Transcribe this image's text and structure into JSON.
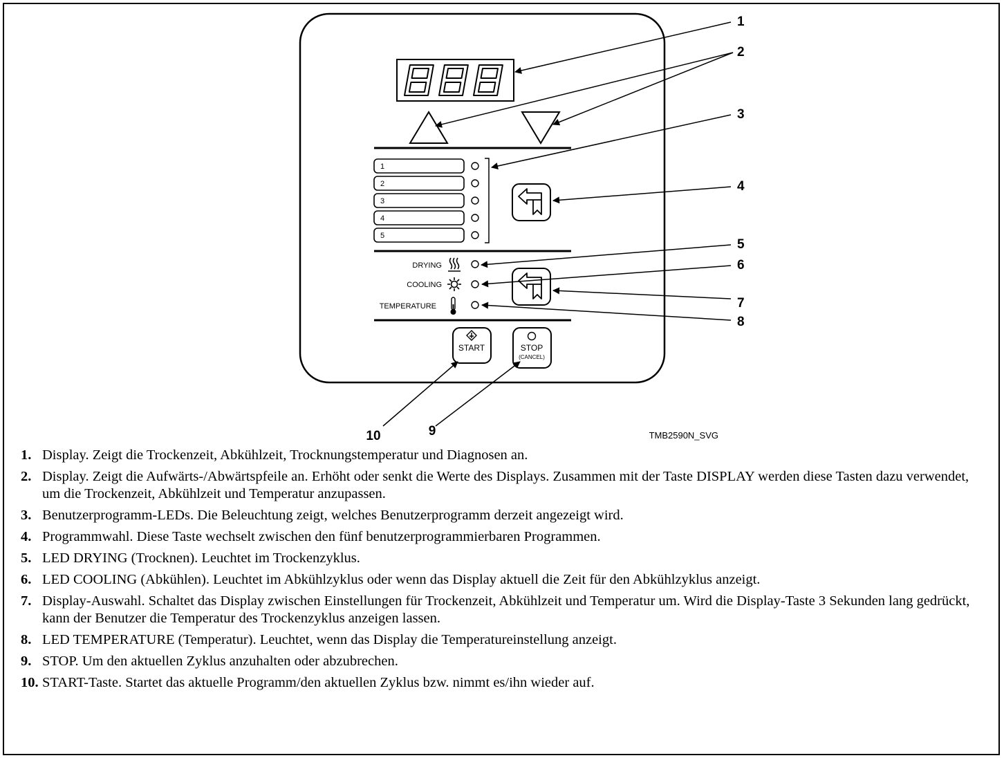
{
  "figure": {
    "code": "TMB2590N_SVG",
    "display_digits": "888",
    "programs": [
      "1",
      "2",
      "3",
      "4",
      "5"
    ],
    "labels": {
      "drying": "DRYING",
      "cooling": "COOLING",
      "temperature": "TEMPERATURE",
      "start": "START",
      "stop": "STOP",
      "cancel": "(CANCEL)"
    },
    "callouts": [
      "1",
      "2",
      "3",
      "4",
      "5",
      "6",
      "7",
      "8",
      "9",
      "10"
    ]
  },
  "legend": [
    {
      "num": "1.",
      "text": "Display. Zeigt die Trockenzeit, Abkühlzeit, Trocknungstemperatur und Diagnosen an."
    },
    {
      "num": "2.",
      "text": "Display. Zeigt die Aufwärts-/Abwärtspfeile an. Erhöht oder senkt die Werte des Displays. Zusammen mit der Taste DISPLAY werden diese Tasten dazu verwendet, um die Trockenzeit, Abkühlzeit und Temperatur anzupassen."
    },
    {
      "num": "3.",
      "text": "Benutzerprogramm-LEDs. Die Beleuchtung zeigt, welches Benutzerprogramm derzeit angezeigt wird."
    },
    {
      "num": "4.",
      "text": "Programmwahl. Diese Taste wechselt zwischen den fünf benutzerprogrammierbaren Programmen."
    },
    {
      "num": "5.",
      "text": "LED DRYING (Trocknen). Leuchtet im Trockenzyklus."
    },
    {
      "num": "6.",
      "text": "LED COOLING (Abkühlen). Leuchtet im Abkühlzyklus oder wenn das Display aktuell die Zeit für den Abkühlzyklus anzeigt."
    },
    {
      "num": "7.",
      "text": "Display-Auswahl. Schaltet das Display zwischen Einstellungen für Trockenzeit, Abkühlzeit und Temperatur um. Wird die Display-Taste 3 Sekunden lang gedrückt, kann der Benutzer die Temperatur des Trockenzyklus anzeigen lassen."
    },
    {
      "num": "8.",
      "text": "LED TEMPERATURE (Temperatur). Leuchtet, wenn das Display die Temperatureinstellung anzeigt."
    },
    {
      "num": "9.",
      "text": "STOP. Um den aktuellen Zyklus anzuhalten oder abzubrechen."
    },
    {
      "num": "10.",
      "text": "START-Taste. Startet das aktuelle Programm/den aktuellen Zyklus bzw. nimmt es/ihn wieder auf."
    }
  ]
}
